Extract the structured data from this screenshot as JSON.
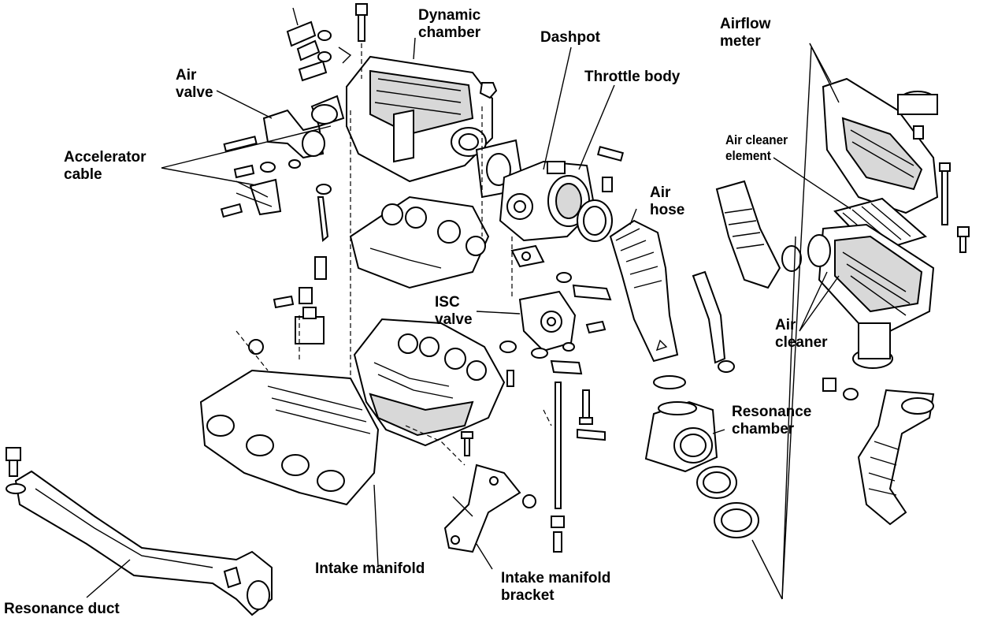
{
  "labels": {
    "dynamic_chamber": [
      "Dynamic",
      "chamber"
    ],
    "dashpot": "Dashpot",
    "airflow_meter": [
      "Airflow",
      "meter"
    ],
    "air_valve": [
      "Air",
      "valve"
    ],
    "throttle_body": "Throttle body",
    "air_cleaner_element": [
      "Air cleaner",
      "element"
    ],
    "accelerator_cable": [
      "Accelerator",
      "cable"
    ],
    "air_hose": [
      "Air",
      "hose"
    ],
    "isc_valve": [
      "ISC",
      "valve"
    ],
    "air_cleaner": [
      "Air",
      "cleaner"
    ],
    "resonance_chamber": [
      "Resonance",
      "chamber"
    ],
    "intake_manifold": "Intake manifold",
    "intake_manifold_bracket": [
      "Intake manifold",
      "bracket"
    ],
    "resonance_duct": "Resonance duct"
  }
}
